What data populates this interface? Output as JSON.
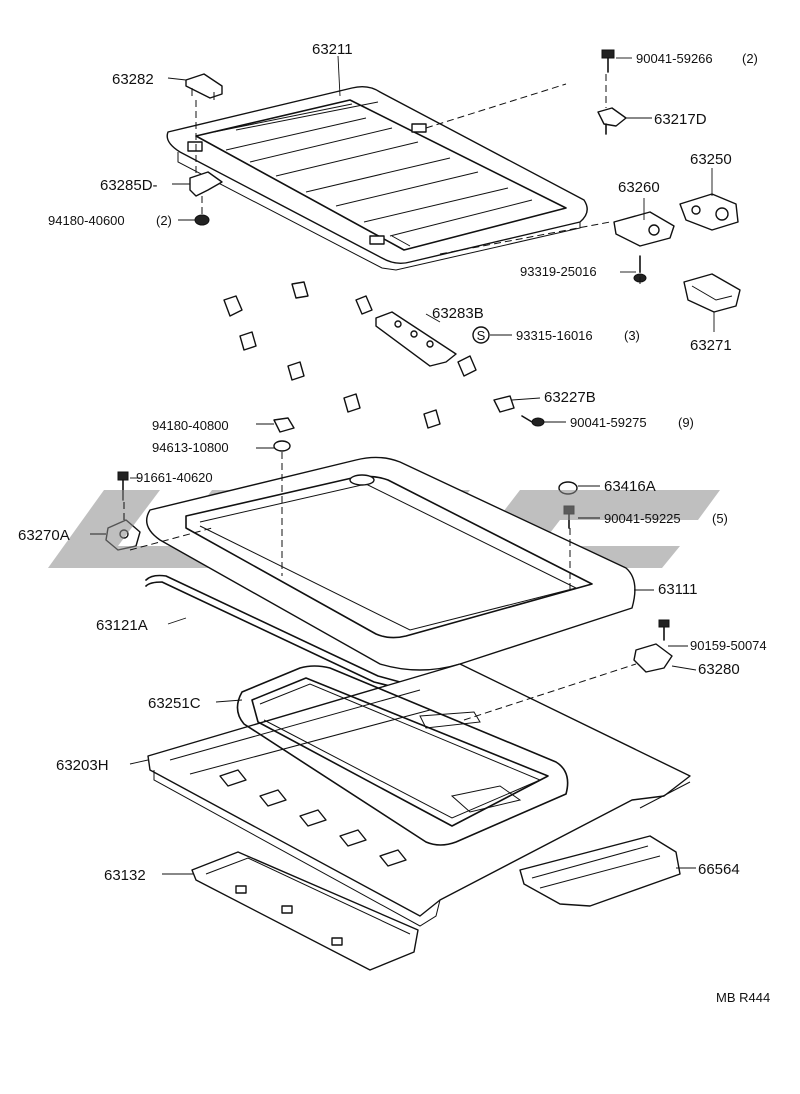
{
  "diagram": {
    "code": "MB R444",
    "callouts": [
      {
        "id": "63211",
        "text": "63211"
      },
      {
        "id": "63282",
        "text": "63282"
      },
      {
        "id": "90041-59266",
        "text": "90041-59266",
        "qty": "(2)"
      },
      {
        "id": "63217D",
        "text": "63217D"
      },
      {
        "id": "63250",
        "text": "63250"
      },
      {
        "id": "63285D",
        "text": "63285D-"
      },
      {
        "id": "63260",
        "text": "63260"
      },
      {
        "id": "94180-40600",
        "text": "94180-40600",
        "qty": "(2)"
      },
      {
        "id": "93319-25016",
        "text": "93319-25016"
      },
      {
        "id": "63283B",
        "text": "63283B"
      },
      {
        "id": "93315-16016",
        "text": "93315-16016",
        "qty": "(3)"
      },
      {
        "id": "63271",
        "text": "63271"
      },
      {
        "id": "63227B",
        "text": "63227B"
      },
      {
        "id": "94180-40800",
        "text": "94180-40800"
      },
      {
        "id": "90041-59275",
        "text": "90041-59275",
        "qty": "(9)"
      },
      {
        "id": "94613-10800",
        "text": "94613-10800"
      },
      {
        "id": "91661-40620",
        "text": "91661-40620"
      },
      {
        "id": "63416A",
        "text": "63416A"
      },
      {
        "id": "63270A",
        "text": "63270A"
      },
      {
        "id": "90041-59225",
        "text": "90041-59225",
        "qty": "(5)"
      },
      {
        "id": "63111",
        "text": "63111"
      },
      {
        "id": "63121A",
        "text": "63121A"
      },
      {
        "id": "90159-50074",
        "text": "90159-50074"
      },
      {
        "id": "63280",
        "text": "63280"
      },
      {
        "id": "63251C",
        "text": "63251C"
      },
      {
        "id": "63203H",
        "text": "63203H"
      },
      {
        "id": "66564",
        "text": "66564"
      },
      {
        "id": "63132",
        "text": "63132"
      }
    ],
    "washer_symbol": "S"
  },
  "colors": {
    "ink": "#111111",
    "watermark": "#8a8a8a",
    "background": "#ffffff"
  }
}
